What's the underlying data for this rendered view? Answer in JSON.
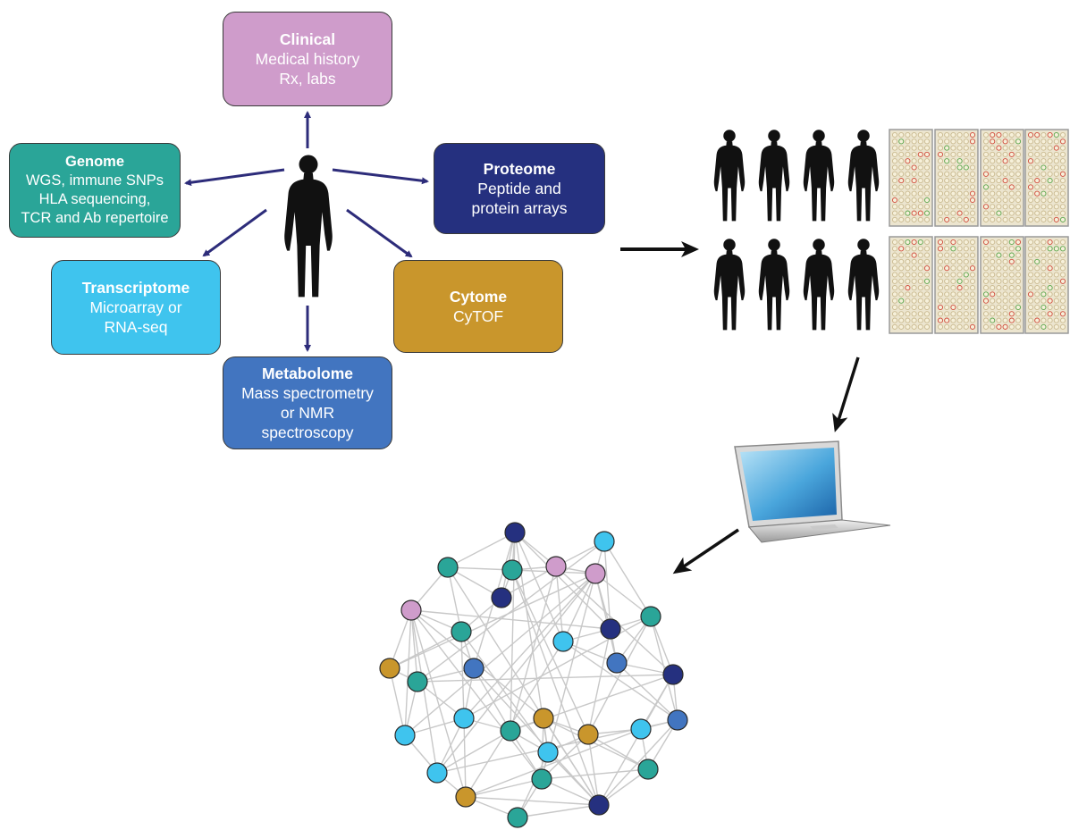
{
  "omics_boxes": [
    {
      "id": "clinical",
      "title": "Clinical",
      "lines": [
        "Medical history",
        "Rx, labs"
      ],
      "color": "#cf9ccb"
    },
    {
      "id": "genome",
      "title": "Genome",
      "lines": [
        "WGS, immune SNPs",
        "HLA sequencing,",
        "TCR and Ab repertoire"
      ],
      "color": "#2aa598"
    },
    {
      "id": "proteome",
      "title": "Proteome",
      "lines": [
        "Peptide and",
        "protein arrays"
      ],
      "color": "#25307f"
    },
    {
      "id": "transcriptome",
      "title": "Transcriptome",
      "lines": [
        "Microarray or",
        "RNA-seq"
      ],
      "color": "#3fc4ee"
    },
    {
      "id": "cytome",
      "title": "Cytome",
      "lines": [
        "CyTOF"
      ],
      "color": "#c9962c"
    },
    {
      "id": "metabolome",
      "title": "Metabolome",
      "lines": [
        "Mass spectrometry",
        "or NMR",
        "spectroscopy"
      ],
      "color": "#4275c0"
    }
  ],
  "colors": {
    "arrow": "#2d2c7a",
    "flow_arrow": "#111111",
    "edge": "#c8c8c8",
    "pink": "#cf9ccb",
    "teal": "#2aa598",
    "navy": "#25307f",
    "cyan": "#3fc4ee",
    "gold": "#c9962c",
    "blue": "#4275c0"
  }
}
